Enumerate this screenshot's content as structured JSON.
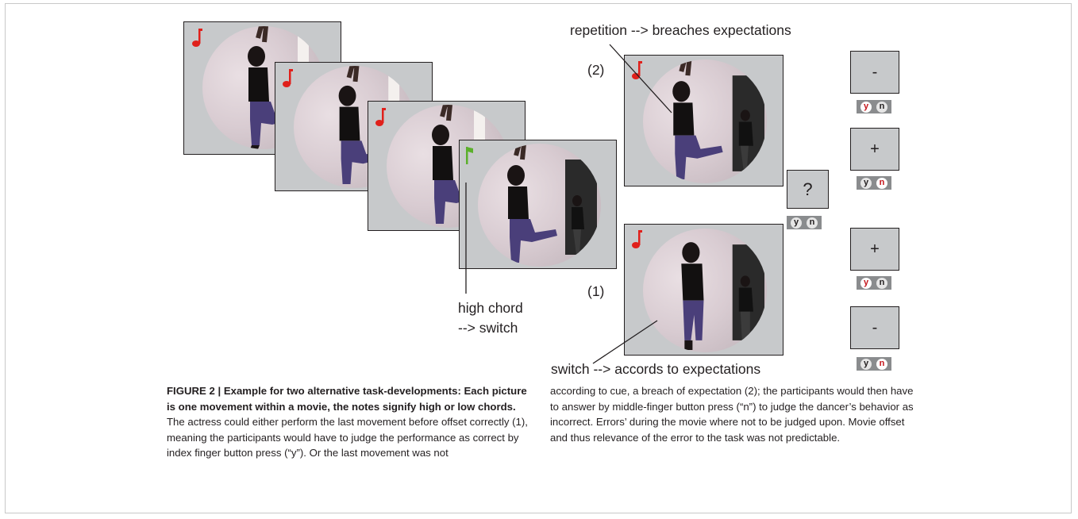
{
  "figure": {
    "labels": {
      "repetition": "repetition --> breaches expectations",
      "num2": "(2)",
      "num1": "(1)",
      "high_chord_1": "high chord",
      "high_chord_2": "--> switch",
      "switch": "switch --> accords to expectations"
    },
    "question_box": "?",
    "response_boxes": [
      {
        "sign": "-",
        "y": "y",
        "n": "n",
        "highlight": "y"
      },
      {
        "sign": "+",
        "y": "y",
        "n": "n",
        "highlight": "n"
      },
      {
        "sign": "+",
        "y": "y",
        "n": "n",
        "highlight": "y"
      },
      {
        "sign": "-",
        "y": "y",
        "n": "n",
        "highlight": "n"
      }
    ],
    "question_keys": {
      "y": "y",
      "n": "n"
    },
    "colors": {
      "low_note": "#e0201b",
      "high_note": "#5bb02c",
      "panel": "#c7c9cb",
      "highlight_key": "#c4161c"
    }
  },
  "caption": {
    "bold": "FIGURE 2 | Example for two alternative task-developments: Each picture is one movement within a movie, the notes signify high or low chords.",
    "left_rest": " The actress could either perform the last movement before offset correctly (1), meaning the participants would have to judge the performance as correct by index finger button press (“y”). Or the last movement was not",
    "right": "according to cue, a breach of expectation (2); the participants would then have to answer by middle-finger button press (“n”) to judge the dancer’s behavior as incorrect. Errors’ during the movie where not to be judged upon. Movie offset and thus relevance of the error to the task was not predictable."
  }
}
